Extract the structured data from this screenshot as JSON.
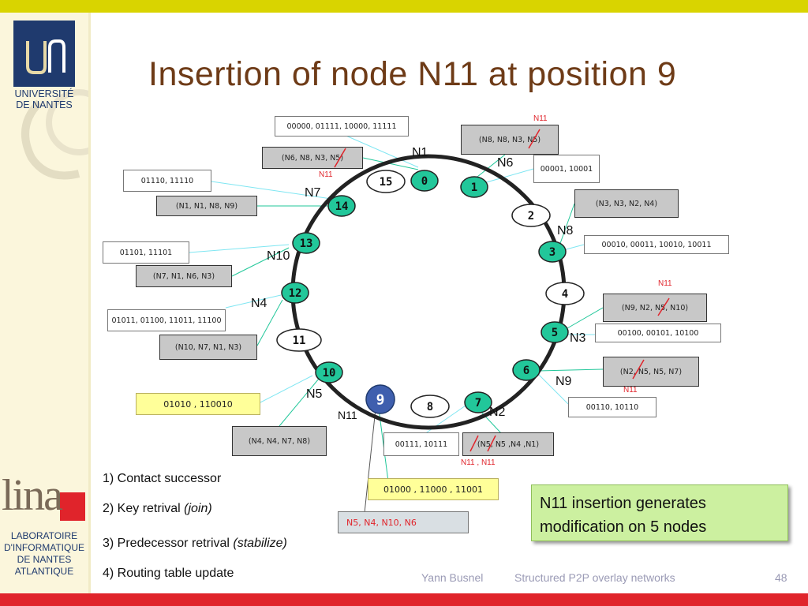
{
  "title": "Insertion of node N11 at position 9",
  "sidebar": {
    "university_line1": "UNIVERSITÉ",
    "university_line2": "DE NANTES",
    "lina": "lina",
    "lab_line1": "LABORATOIRE",
    "lab_line2": "D'INFORMATIQUE",
    "lab_line3": "DE NANTES",
    "lab_line4": "ATLANTIQUE"
  },
  "ring": {
    "positions": [
      "0",
      "1",
      "2",
      "3",
      "4",
      "5",
      "6",
      "7",
      "8",
      "9",
      "10",
      "11",
      "12",
      "13",
      "14",
      "15"
    ],
    "node_labels": {
      "n1": "N1",
      "n6": "N6",
      "n8": "N8",
      "n3": "N3",
      "n9": "N9",
      "n2": "N2",
      "n11": "N11",
      "n5": "N5",
      "n4": "N4",
      "n10": "N10",
      "n7": "N7"
    }
  },
  "boxes": {
    "keys_n1": "00000, 01111, 10000, 11111",
    "rt_n1": "(N6, N8, N3, N5)",
    "rt_n6": "(N8, N8, N3, N5)",
    "keys_n6": "00001, 10001",
    "keys_n7": "01110, 11110",
    "rt_n7": "(N1, N1, N8, N9)",
    "rt_n8": "(N3, N3, N2, N4)",
    "keys_n8": "00010, 00011, 10010, 10011",
    "keys_n10": "01101, 11101",
    "rt_n10": "(N7, N1, N6, N3)",
    "rt_n3": "(N9, N2, N5, N10)",
    "keys_n3": "00100, 00101, 10100",
    "keys_n4": "01011, 01100, 11011, 11100",
    "rt_n4": "(N10, N7, N1, N3)",
    "rt_n9": "(N2, N5, N5, N7)",
    "keys_n9": "00110, 10110",
    "keys_n11": "01010 , 110010",
    "rt_n5": "(N4, N4, N7, N8)",
    "keys_n2": "00111, 10111",
    "rt_n2": "(N5, N5 ,N4 ,N1)",
    "keys_n11_new": "01000 , 11000 , 11001",
    "rt_n11_new": "N5, N4, N10, N6"
  },
  "corrections": {
    "rt_n6": "N11",
    "rt_n1": "N11",
    "rt_n3": "N11",
    "rt_n9": "N11",
    "rt_n2": "N11 , N11"
  },
  "steps": {
    "s1": "1) Contact successor",
    "s2_text": "2) Key retrival ",
    "s2_italic": "(join)",
    "s3_text": "3) Predecessor retrival ",
    "s3_italic": "(stabilize)",
    "s4": "4) Routing table update"
  },
  "note": "N11 insertion generates modification on 5 nodes",
  "footer": {
    "author": "Yann Busnel",
    "course": "Structured P2P overlay networks",
    "page": "48"
  },
  "colors": {
    "active_node": "#22c79a",
    "new_node": "#3f5fae",
    "empty_node": "#ffffff",
    "title": "#6e3b17",
    "correction": "#e0242b",
    "key_line": "#7fe6f2",
    "rt_line": "#22c79a"
  }
}
